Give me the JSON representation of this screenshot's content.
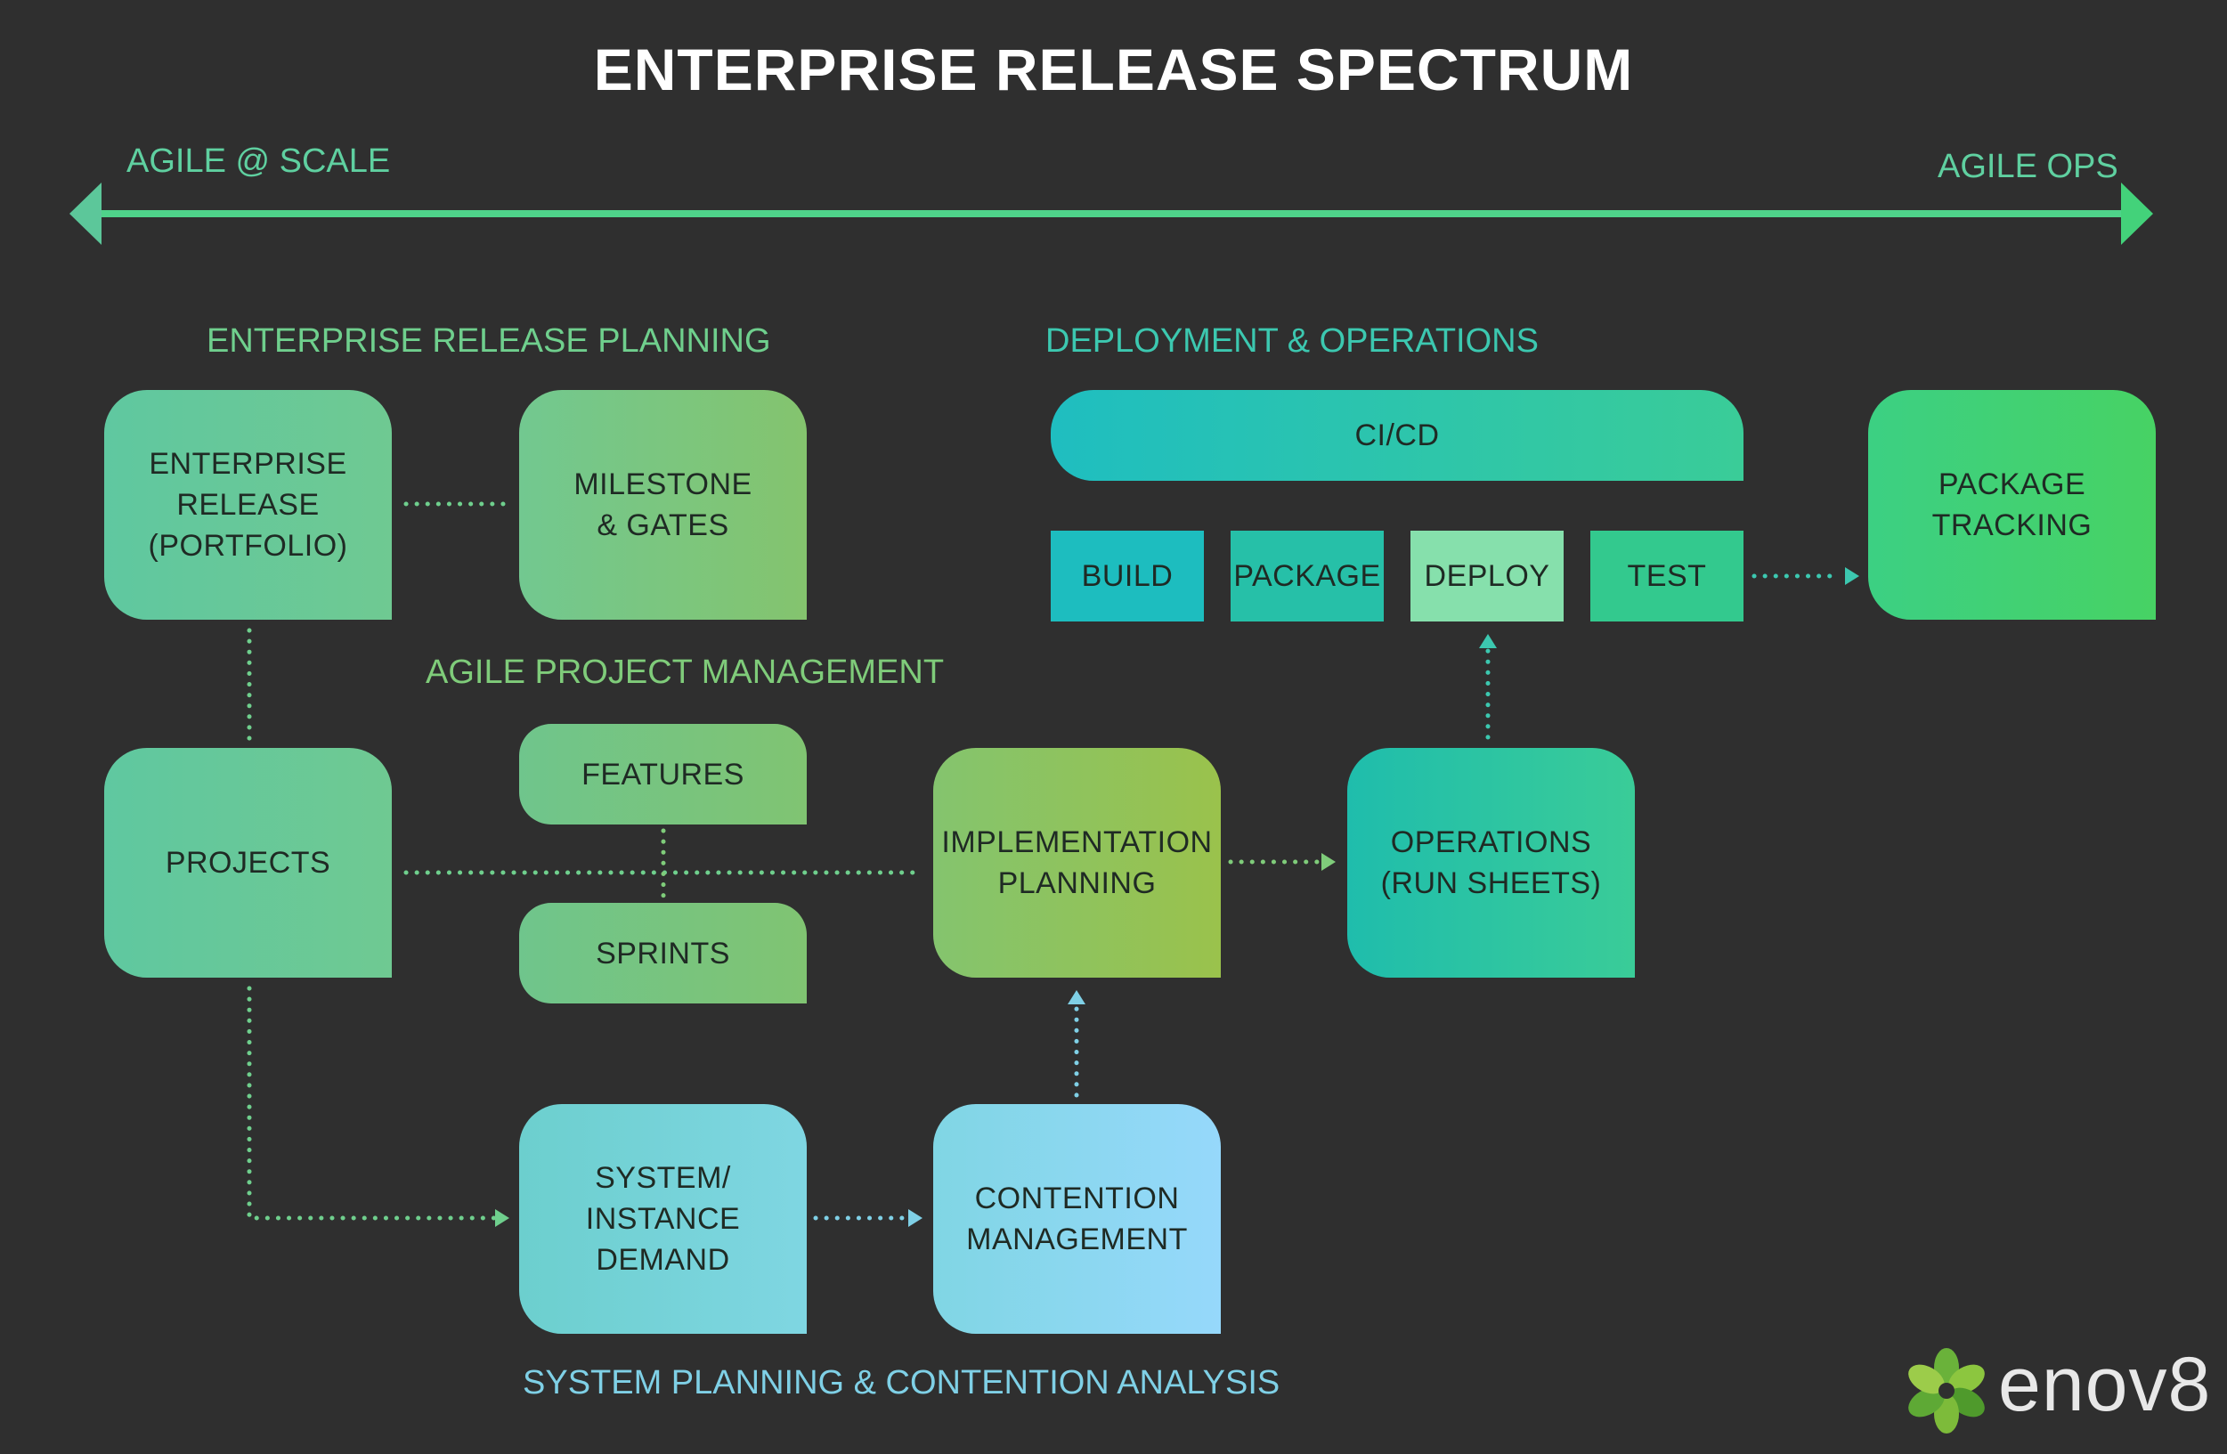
{
  "title": "ENTERPRISE RELEASE SPECTRUM",
  "spectrum": {
    "left_label": "AGILE @ SCALE",
    "right_label": "AGILE OPS"
  },
  "sections": {
    "enterprise_release_planning": "ENTERPRISE RELEASE PLANNING",
    "deployment_operations": "DEPLOYMENT & OPERATIONS",
    "agile_project_management": "AGILE PROJECT MANAGEMENT",
    "system_planning": "SYSTEM PLANNING & CONTENTION ANALYSIS"
  },
  "nodes": {
    "enterprise_release": "ENTERPRISE\nRELEASE\n(PORTFOLIO)",
    "milestone_gates": "MILESTONE\n& GATES",
    "projects": "PROJECTS",
    "features": "FEATURES",
    "sprints": "SPRINTS",
    "implementation_planning": "IMPLEMENTATION\nPLANNING",
    "operations": "OPERATIONS\n(RUN SHEETS)",
    "system_instance_demand": "SYSTEM/\nINSTANCE\nDEMAND",
    "contention_management": "CONTENTION\nMANAGEMENT",
    "ci_cd": "CI/CD",
    "build": "BUILD",
    "package": "PACKAGE",
    "deploy": "DEPLOY",
    "test": "TEST",
    "package_tracking": "PACKAGE\nTRACKING"
  },
  "logo": {
    "text": "enov8"
  },
  "colors": {
    "background": "#2f2f2f",
    "arrow": "#4fd38a",
    "section_green": "#6fcf8d",
    "section_teal": "#3cc8b0",
    "section_light_green": "#7fcc7a",
    "section_blue": "#7fd0e6"
  }
}
